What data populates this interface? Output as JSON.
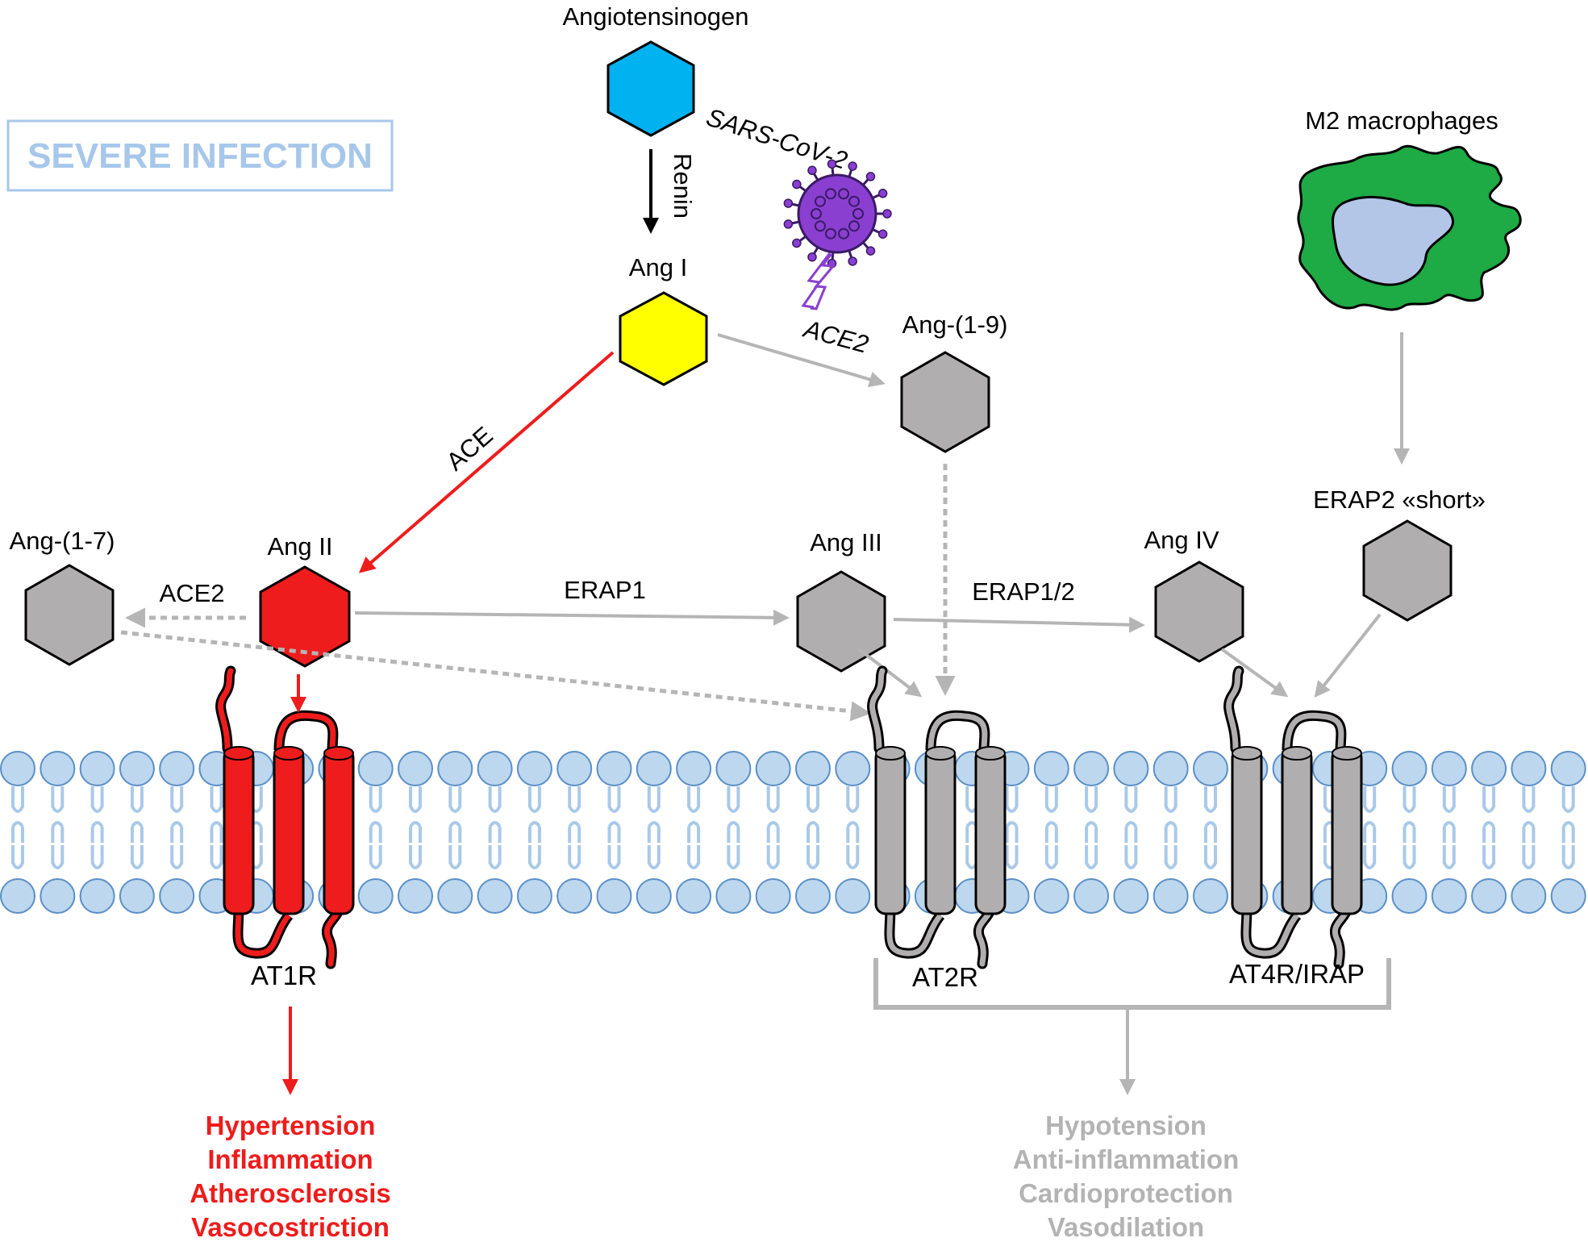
{
  "colors": {
    "blue_hex": "#00b2ef",
    "yellow_hex": "#ffff00",
    "red": "#ee1c1c",
    "grey_hex": "#b0aeae",
    "grey_arrow": "#b5b5b5",
    "membrane": "#bdd7ee",
    "macrophage": "#1eaa44",
    "nucleus": "#b4c6e7",
    "virus": "#8a3fd1"
  },
  "title_box": {
    "label": "SEVERE INFECTION"
  },
  "molecules": {
    "angiotensinogen": "Angiotensinogen",
    "ang1": "Ang I",
    "ang1_9": "Ang-(1-9)",
    "ang2": "Ang II",
    "ang1_7": "Ang-(1-7)",
    "ang3": "Ang III",
    "ang4": "Ang IV",
    "erap2_short": "ERAP2 «short»"
  },
  "enzymes": {
    "renin": "Renin",
    "ace": "ACE",
    "ace2_virus": "ACE2",
    "ace2_left": "ACE2",
    "erap1": "ERAP1",
    "erap12": "ERAP1/2"
  },
  "virus": {
    "label": "SARS-CoV-2",
    "icon": "virus-icon"
  },
  "macrophage": {
    "label": "M2 macrophages",
    "icon": "macrophage-cell-icon"
  },
  "receptors": {
    "at1r": "AT1R",
    "at2r": "AT2R",
    "at4r": "AT4R/IRAP"
  },
  "effects_at1r": [
    "Hypertension",
    "Inflammation",
    "Atherosclerosis",
    "Vasocostriction"
  ],
  "effects_at2r_at4r": [
    "Hypotension",
    "Anti-inflammation",
    "Cardioprotection",
    "Vasodilation"
  ]
}
